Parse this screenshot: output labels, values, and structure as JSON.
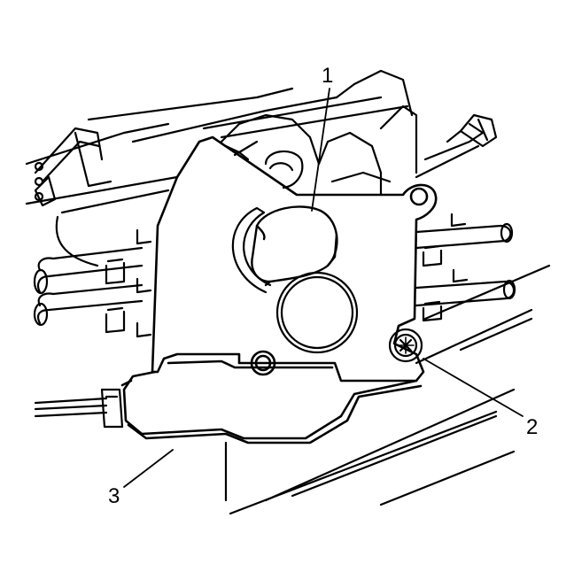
{
  "callouts": [
    {
      "label": "1"
    },
    {
      "label": "2"
    },
    {
      "label": "3"
    }
  ],
  "colors": {
    "stroke": "#000000",
    "background": "#ffffff"
  }
}
